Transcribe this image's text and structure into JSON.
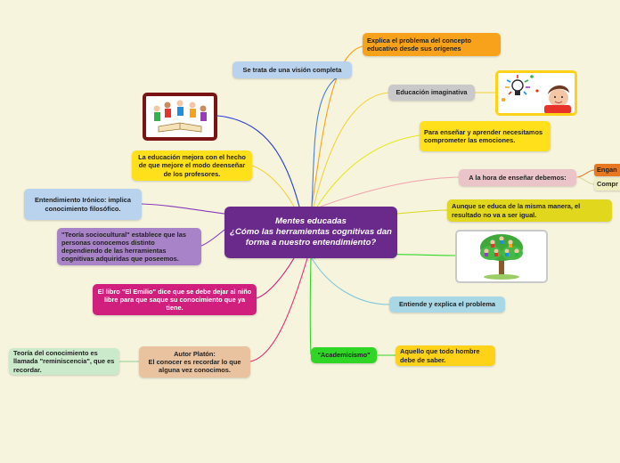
{
  "central": "Mentes educadas\n¿Cómo las herramientas cognitivas dan forma a nuestro entendimiento?",
  "nodes": {
    "explica": "Explica el problema del concepto educativo desde sus orígenes",
    "vision": "Se trata de una visión completa",
    "educacion_imaginativa": "Educación imaginativa",
    "ensenar": "Para enseñar y aprender necesitamos comprometer las emociones.",
    "hora": "A la hora de enseñar debemos:",
    "engan": "Engan",
    "compr": "Compr",
    "aunque": "Aunque se educa de la misma manera, el resultado no va a ser igual.",
    "mejora": "La educación mejora con el hecho de que mejore el modo deenseñar de los profesores.",
    "ironico": "Entendimiento Irónico: implica conocimiento filosófico.",
    "sociocultural": "\"Teoría sociocultural\" establece que las personas conocemos distinto dependiendo de las herramientas cognitivas adquiridas que poseemos.",
    "emilio": "El libro \"El Emilio\" dice que se debe dejar al niño libre para que saque su conocimiento que ya tiene.",
    "platon": "Autor Platón:\nEl conocer es recordar lo que alguna vez conocimos.",
    "reminiscencia": "Teoría del conocimiento es llamada \"reminiscencia\", que es recordar.",
    "entiende": "Entiende y explica el problema",
    "academicismo": "\"Academicismo\"",
    "aquello": "Aquello que todo hombre debe de saber."
  },
  "colors": {
    "background": "#f7f4de",
    "central": "#6a2a8c",
    "orange": "#f7a21a",
    "blue": "#b9d3ee",
    "yellow": "#ffe01a",
    "purple": "#a883c7",
    "magenta": "#d11f7e",
    "tan": "#e9c29f",
    "grey": "#c9c9c9",
    "pink": "#eac4c8",
    "teal": "#a8d8e6",
    "green": "#2fd626"
  }
}
